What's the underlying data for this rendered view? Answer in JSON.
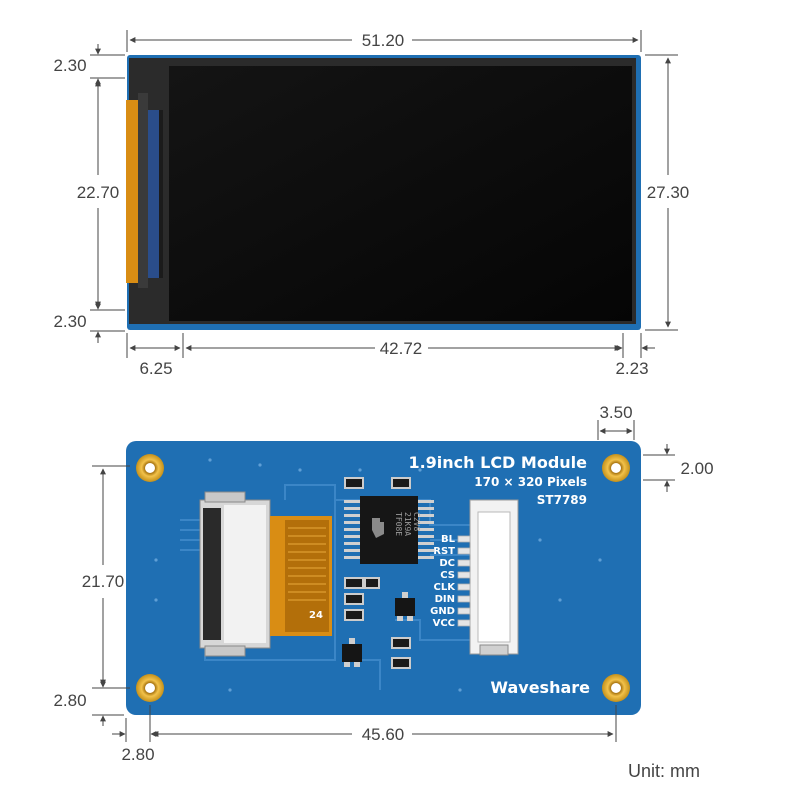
{
  "top_view": {
    "dimensions": {
      "width": "51.20",
      "height": "27.30",
      "active_height": "22.70",
      "top_margin": "2.30",
      "bottom_margin": "2.30",
      "left_offset": "6.25",
      "active_width": "42.72",
      "right_offset": "2.23"
    }
  },
  "bottom_view": {
    "title": "1.9inch LCD Module",
    "resolution": "170 × 320 Pixels",
    "driver": "ST7789",
    "brand": "Waveshare",
    "chip_marking": [
      "TF08E",
      "21K9A",
      "C2V8"
    ],
    "connector_label": "24",
    "pins": [
      "BL",
      "RST",
      "DC",
      "CS",
      "CLK",
      "DIN",
      "GND",
      "VCC"
    ],
    "dimensions": {
      "hole_offset_x": "3.50",
      "hole_offset_y": "2.00",
      "hole_pitch_y": "21.70",
      "corner_y": "2.80",
      "corner_x": "2.80",
      "hole_pitch_x": "45.60"
    }
  },
  "unit_label": "Unit: mm",
  "colors": {
    "pcb": "#1f6fb3",
    "screen": "#080808",
    "bezel": "#2a2a2a",
    "fpc": "#d98d14",
    "gold": "#d9a521",
    "dim_line": "#444444"
  }
}
